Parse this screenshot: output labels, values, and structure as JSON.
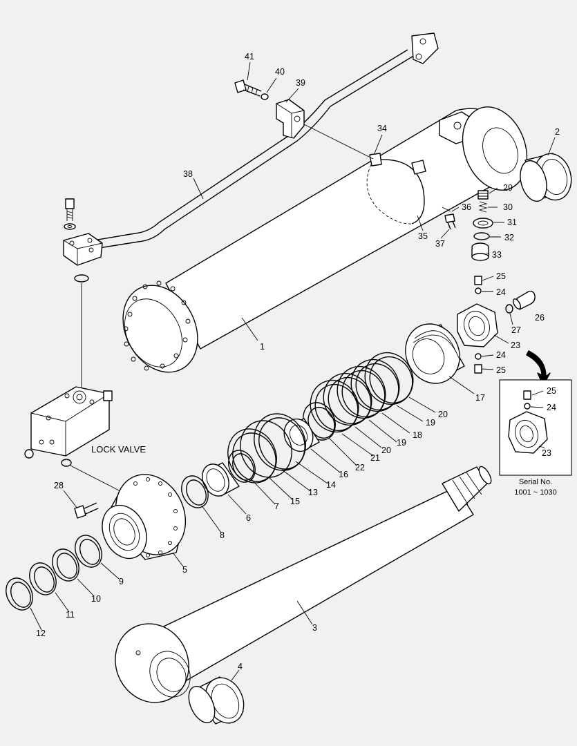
{
  "labels": {
    "lock_valve": "LOCK VALVE",
    "serial_title": "Serial No.",
    "serial_range": "1001 ~ 1030"
  },
  "callouts": [
    {
      "id": "41",
      "text": "41"
    },
    {
      "id": "40",
      "text": "40"
    },
    {
      "id": "39",
      "text": "39"
    },
    {
      "id": "34",
      "text": "34"
    },
    {
      "id": "2",
      "text": "2"
    },
    {
      "id": "38",
      "text": "38"
    },
    {
      "id": "29",
      "text": "29"
    },
    {
      "id": "30",
      "text": "30"
    },
    {
      "id": "36",
      "text": "36"
    },
    {
      "id": "31",
      "text": "31"
    },
    {
      "id": "32",
      "text": "32"
    },
    {
      "id": "35",
      "text": "35"
    },
    {
      "id": "37",
      "text": "37"
    },
    {
      "id": "33",
      "text": "33"
    },
    {
      "id": "25a",
      "text": "25"
    },
    {
      "id": "24a",
      "text": "24"
    },
    {
      "id": "26",
      "text": "26"
    },
    {
      "id": "27",
      "text": "27"
    },
    {
      "id": "1",
      "text": "1"
    },
    {
      "id": "23a",
      "text": "23"
    },
    {
      "id": "24b",
      "text": "24"
    },
    {
      "id": "25b",
      "text": "25"
    },
    {
      "id": "17",
      "text": "17"
    },
    {
      "id": "20a",
      "text": "20"
    },
    {
      "id": "19a",
      "text": "19"
    },
    {
      "id": "18",
      "text": "18"
    },
    {
      "id": "19b",
      "text": "19"
    },
    {
      "id": "20b",
      "text": "20"
    },
    {
      "id": "21",
      "text": "21"
    },
    {
      "id": "22",
      "text": "22"
    },
    {
      "id": "16",
      "text": "16"
    },
    {
      "id": "14",
      "text": "14"
    },
    {
      "id": "13",
      "text": "13"
    },
    {
      "id": "15",
      "text": "15"
    },
    {
      "id": "7",
      "text": "7"
    },
    {
      "id": "6",
      "text": "6"
    },
    {
      "id": "8",
      "text": "8"
    },
    {
      "id": "28",
      "text": "28"
    },
    {
      "id": "5",
      "text": "5"
    },
    {
      "id": "9",
      "text": "9"
    },
    {
      "id": "10",
      "text": "10"
    },
    {
      "id": "11",
      "text": "11"
    },
    {
      "id": "12",
      "text": "12"
    },
    {
      "id": "3",
      "text": "3"
    },
    {
      "id": "4",
      "text": "4"
    },
    {
      "id": "25c",
      "text": "25"
    },
    {
      "id": "24c",
      "text": "24"
    },
    {
      "id": "23b",
      "text": "23"
    }
  ]
}
